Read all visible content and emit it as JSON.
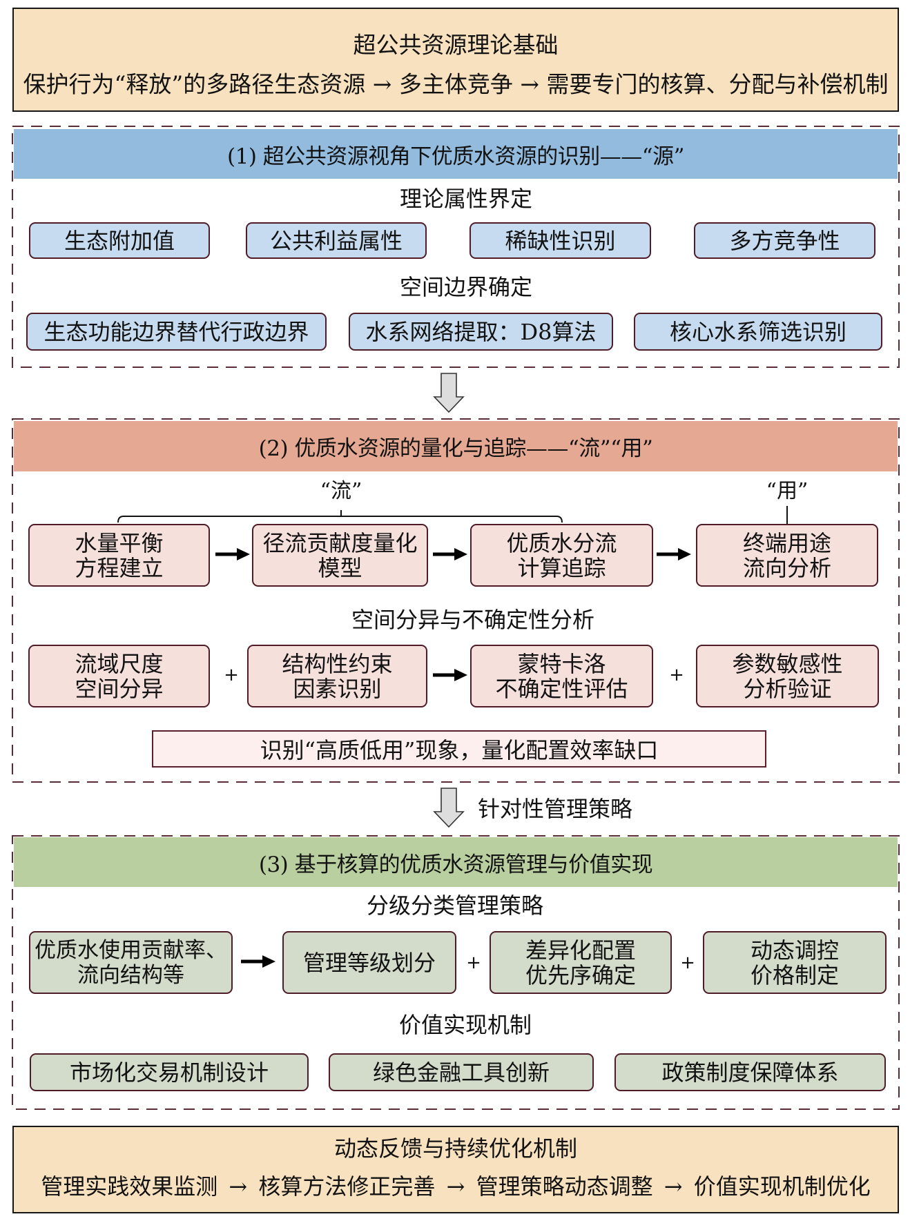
{
  "header": {
    "title": "超公共资源理论基础",
    "subtitle": "保护行为“释放”的多路径生态资源 → 多主体竞争 → 需要专门的核算、分配与补偿机制"
  },
  "section1": {
    "title": "(1) 超公共资源视角下优质水资源的识别——“源”",
    "theory": {
      "heading": "理论属性界定",
      "items": [
        "生态附加值",
        "公共利益属性",
        "稀缺性识别",
        "多方竞争性"
      ]
    },
    "boundary": {
      "heading": "空间边界确定",
      "items": [
        "生态功能边界替代行政边界",
        "水系网络提取：D8算法",
        "核心水系筛选识别"
      ]
    }
  },
  "section2": {
    "title": "(2) 优质水资源的量化与追踪——“流”“用”",
    "flow_label": "“流”",
    "use_label": "“用”",
    "tracking_steps": [
      [
        "水量平衡",
        "方程建立"
      ],
      [
        "径流贡献度量化",
        "模型"
      ],
      [
        "优质水分流",
        "计算追踪"
      ],
      [
        "终端用途",
        "流向分析"
      ]
    ],
    "uncertainty": {
      "heading": "空间分异与不确定性分析",
      "steps": [
        [
          "流域尺度",
          "空间分异"
        ],
        [
          "结构性约束",
          "因素识别"
        ],
        [
          "蒙特卡洛",
          "不确定性评估"
        ],
        [
          "参数敏感性",
          "分析验证"
        ]
      ],
      "connectors": [
        "+",
        "arrow-right",
        "+"
      ]
    },
    "finding": "识别“高质低用”现象，量化配置效率缺口"
  },
  "transition": {
    "label": "针对性管理策略"
  },
  "section3": {
    "title": "(3) 基于核算的优质水资源管理与价值实现",
    "strategy": {
      "heading": "分级分类管理策略",
      "steps": [
        [
          "优质水使用贡献率、",
          "流向结构等"
        ],
        [
          "管理等级划分"
        ],
        [
          "差异化配置",
          "优先序确定"
        ],
        [
          "动态调控",
          "价格制定"
        ]
      ],
      "connectors": [
        "arrow-right",
        "+",
        "+"
      ]
    },
    "value": {
      "heading": "价值实现机制",
      "items": [
        "市场化交易机制设计",
        "绿色金融工具创新",
        "政策制度保障体系"
      ]
    }
  },
  "footer": {
    "title": "动态反馈与持续优化机制",
    "subtitle": "管理实践效果监测 → 核算方法修正完善 → 管理策略动态调整 → 价值实现机制优化"
  },
  "colors": {
    "frame_fill": "#f8e1bf",
    "section1_band": "#92bbde",
    "section1_box": "#c6dbef",
    "section2_band": "#e5a893",
    "section2_box": "#f6e0dc",
    "section3_band": "#b9cf9f",
    "section3_box": "#d3dccb",
    "border_maroon": "#4e1b27"
  }
}
